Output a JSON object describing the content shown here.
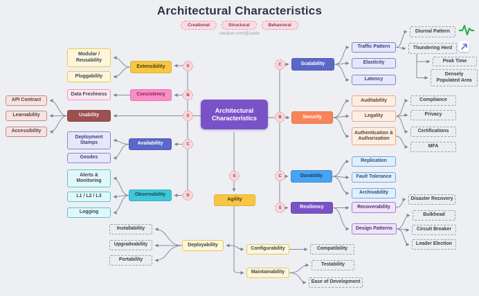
{
  "title": "Architectural Characteristics",
  "badges": [
    "Creational",
    "Structural",
    "Behavioral"
  ],
  "watermark": "medium.com/@zaello",
  "center": {
    "label": "Architectural Characteristics"
  },
  "junctions": {
    "ext": "S",
    "con": "B",
    "usa": "S",
    "ava": "C",
    "obs": "D",
    "agi": "S",
    "sca": "C",
    "sec": "B",
    "dur": "C",
    "res": "S"
  },
  "nodes": {
    "modular_reusability": {
      "label": "Modular / Reusability"
    },
    "pluggability": {
      "label": "Pluggability"
    },
    "extensibility": {
      "label": "Extensibility"
    },
    "data_freshness": {
      "label": "Data Freshness"
    },
    "consistency": {
      "label": "Consistency"
    },
    "api_contract": {
      "label": "API Contract"
    },
    "learnability": {
      "label": "Learnability"
    },
    "accessibility": {
      "label": "Accessibility"
    },
    "usability": {
      "label": "Usability"
    },
    "deployment_stamps": {
      "label": "Deployment Stamps"
    },
    "geodes": {
      "label": "Geodes"
    },
    "availability": {
      "label": "Availability"
    },
    "alerts_monitoring": {
      "label": "Alerts & Monitoring"
    },
    "l1_l2_l3": {
      "label": "L1 / L2 / L3"
    },
    "logging": {
      "label": "Logging"
    },
    "observability": {
      "label": "Observability"
    },
    "installability": {
      "label": "Installability"
    },
    "upgradeability": {
      "label": "Upgradeability"
    },
    "portability": {
      "label": "Portability"
    },
    "deployability": {
      "label": "Deployability"
    },
    "agility": {
      "label": "Agility"
    },
    "configurability": {
      "label": "Configurability"
    },
    "compatibility": {
      "label": "Compatibility"
    },
    "maintainability": {
      "label": "Maintainability"
    },
    "testability": {
      "label": "Testability"
    },
    "ease_of_development": {
      "label": "Ease of Development"
    },
    "scalability": {
      "label": "Scalability"
    },
    "traffic_pattern": {
      "label": "Traffic Pattern"
    },
    "elasticity": {
      "label": "Elasticity"
    },
    "latency": {
      "label": "Latency"
    },
    "diurnal_pattern": {
      "label": "Diurnal Pattern"
    },
    "thundering_herd": {
      "label": "Thundering Herd"
    },
    "peak_time": {
      "label": "Peak Time"
    },
    "densely_populated_area": {
      "label": "Densely Populated Area"
    },
    "security": {
      "label": "Security"
    },
    "auditability": {
      "label": "Auditability"
    },
    "legality": {
      "label": "Legality"
    },
    "authentication_authorization": {
      "label": "Authentication & Authorization"
    },
    "compliance": {
      "label": "Compliance"
    },
    "privacy": {
      "label": "Privacy"
    },
    "certifications": {
      "label": "Certifications"
    },
    "mfa": {
      "label": "MFA"
    },
    "durability": {
      "label": "Durability"
    },
    "replication": {
      "label": "Replication"
    },
    "fault_tolerance": {
      "label": "Fault Tolerance"
    },
    "archivability": {
      "label": "Archivability"
    },
    "resiliency": {
      "label": "Resiliency"
    },
    "recoverability": {
      "label": "Recoverability"
    },
    "design_patterns": {
      "label": "Design Patterns"
    },
    "disaster_recovery": {
      "label": "Disaster Recovery"
    },
    "bulkhead": {
      "label": "Bulkhead"
    },
    "circuit_breaker": {
      "label": "Circuit Breaker"
    },
    "leader_election": {
      "label": "Leader Election"
    }
  },
  "icons": {
    "pulse": "activity-waveform",
    "expand": "arrow-up-right"
  },
  "colors": {
    "background": "#edeff3",
    "title": "#2b3547",
    "line": "#848a96",
    "gold": "#f6c644",
    "pink": "#f98fc6",
    "maroon": "#9d5050",
    "indigo": "#5b68c7",
    "teal": "#41c7d6",
    "purple": "#7a52c7",
    "orange": "#f8845c",
    "blue": "#4aa3f0",
    "junction_bg": "#f8d8dd",
    "junction_border": "#e9919e",
    "pulse_green": "#2fae4e",
    "expand_arrow": "#6366f1"
  }
}
